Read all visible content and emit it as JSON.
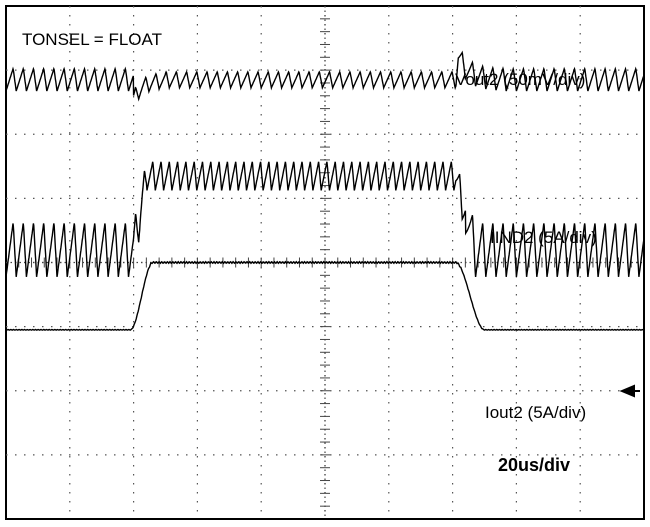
{
  "chart_data": {
    "type": "line",
    "title": "TONSEL = FLOAT",
    "grid": true,
    "x_divisions": 10,
    "y_divisions": 8,
    "time_base": "20us/div",
    "x_unit": "us",
    "x_range": [
      0,
      200
    ],
    "series": [
      {
        "name": "Vout2 (50mV/div)",
        "kind": "output-voltage-ripple",
        "baseline_div_from_top": 1.15,
        "ripple_pp_div": 0.35,
        "switching_period_us": 3.2,
        "load_step_up_at_us": 40,
        "load_step_down_at_us": 141,
        "undershoot_div": 0.3,
        "overshoot_div": 0.45,
        "ripple_pp_div_during_high_load": 0.25
      },
      {
        "name": "IIND2 (5A/div)",
        "kind": "inductor-current",
        "low_level_div_from_top": 3.8,
        "high_level_div_from_top": 2.65,
        "ripple_pp_low_div": 0.85,
        "ripple_pp_high_div": 0.45,
        "step_up_us": [
          40,
          44
        ],
        "step_down_us": [
          141,
          147
        ]
      },
      {
        "name": "Iout2 (5A/div)",
        "kind": "output-current",
        "low_level_div_from_top": 5.05,
        "high_level_div_from_top": 4.0,
        "step_up_us": [
          39,
          46
        ],
        "step_down_us": [
          141,
          150
        ]
      }
    ],
    "marker": "left-arrow"
  }
}
